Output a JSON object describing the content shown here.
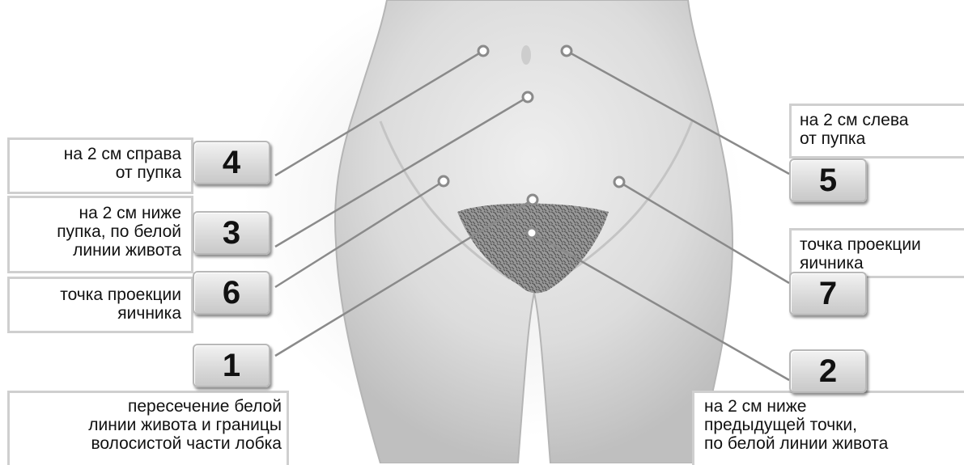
{
  "markers": [
    {
      "number": "1",
      "text": "пересечение белой\nлинии живота и границы\nволосистой части лобка"
    },
    {
      "number": "2",
      "text": "на 2 см ниже\nпредыдущей точки,\nпо белой линии живота"
    },
    {
      "number": "3",
      "text": "на 2 см ниже\nпупка, по белой\nлинии живота"
    },
    {
      "number": "4",
      "text": "на 2 см справа\nот пупка"
    },
    {
      "number": "5",
      "text": "на 2 см слева\nот пупка"
    },
    {
      "number": "6",
      "text": "точка проекции\nяичника"
    },
    {
      "number": "7",
      "text": "точка проекции\nяичника"
    }
  ]
}
